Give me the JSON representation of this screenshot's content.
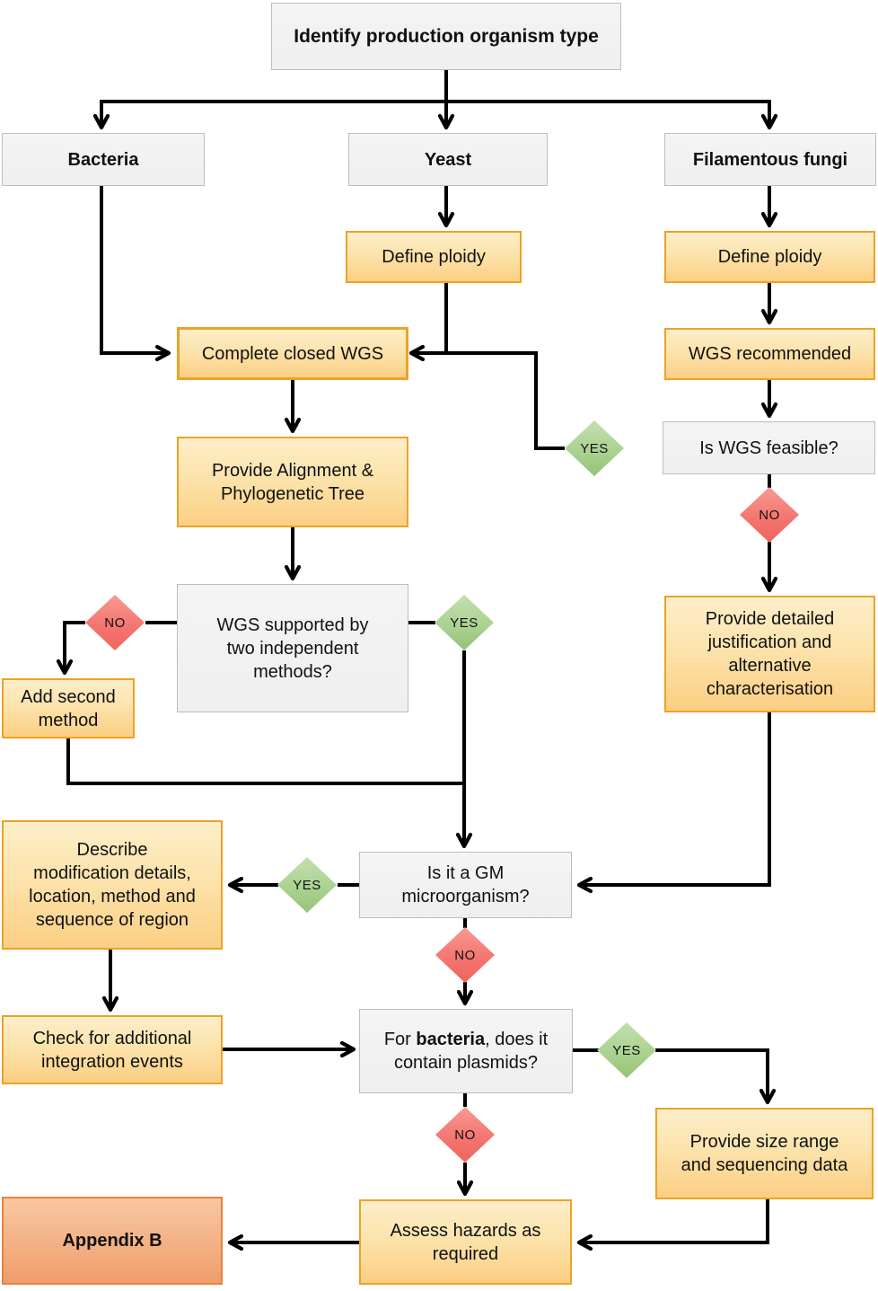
{
  "labels": {
    "yes": "YES",
    "no": "NO"
  },
  "colors": {
    "process_border": "#eda226",
    "terminal_border": "#e8823c",
    "neutral_border": "#bdbdbd",
    "yes_fill": "#a9d18e",
    "no_fill": "#f4736e",
    "line": "#000000"
  },
  "nodes": {
    "start": {
      "label": "Identify production organism type"
    },
    "bacteria": {
      "label": "Bacteria"
    },
    "yeast": {
      "label": "Yeast"
    },
    "fungi": {
      "label": "Filamentous fungi"
    },
    "define_ploidy_yeast": {
      "label": "Define ploidy"
    },
    "define_ploidy_fungi": {
      "label": "Define ploidy"
    },
    "wgs_recommended": {
      "label": "WGS recommended"
    },
    "is_wgs_feasible": {
      "label": "Is WGS feasible?"
    },
    "complete_wgs": {
      "label": "Complete closed WGS"
    },
    "provide_alignment": {
      "label": "Provide Alignment &\nPhylogenetic Tree"
    },
    "wgs_supported": {
      "label": "WGS supported by\ntwo independent\nmethods?"
    },
    "add_second_method": {
      "label": "Add second\nmethod"
    },
    "provide_justification": {
      "label": "Provide detailed\njustification and\nalternative\ncharacterisation"
    },
    "gm_question": {
      "label": "Is it a GM\nmicroorganism?"
    },
    "describe_modification": {
      "label": "Describe\nmodification details,\nlocation, method and\nsequence of region"
    },
    "check_integration": {
      "label": "Check for additional\nintegration events"
    },
    "plasmids_question": {
      "prefix": "For ",
      "bold": "bacteria",
      "suffix": ", does it\ncontain plasmids?"
    },
    "provide_size_range": {
      "label": "Provide size range\nand sequencing data"
    },
    "assess_hazards": {
      "label": "Assess hazards as\nrequired"
    },
    "appendix_b": {
      "label": "Appendix B"
    }
  }
}
